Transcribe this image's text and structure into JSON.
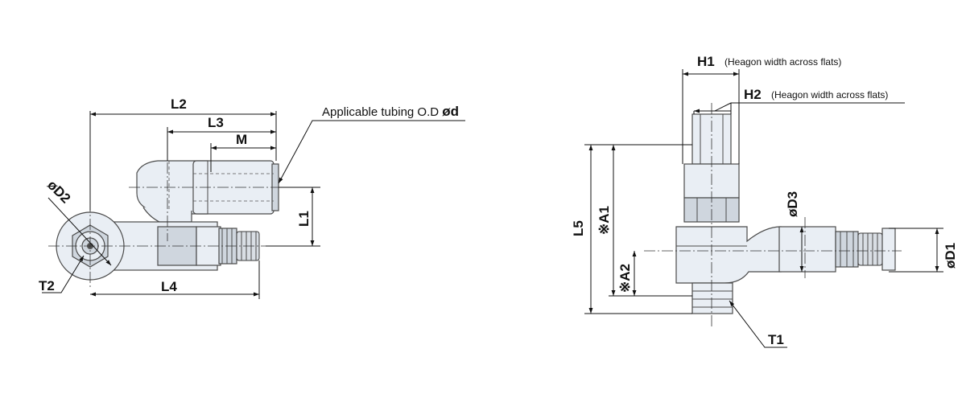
{
  "labels": {
    "l2": "L2",
    "l3": "L3",
    "m": "M",
    "l1": "L1",
    "l4": "L4",
    "d2": "øD2",
    "t2": "T2",
    "tubing_text": "Applicable tubing O.D ",
    "tubing_symbol": "ød",
    "h1": "H1",
    "h1_note": "(Heagon width across flats)",
    "h2": "H2",
    "h2_note": "(Heagon width across flats)",
    "l5": "L5",
    "a1": "※A1",
    "a2": "※A2",
    "d3": "øD3",
    "d1": "øD1",
    "t1": "T1"
  },
  "colors": {
    "body_fill": "#e9eef4",
    "outline": "#4a4a4a",
    "dimension_line": "#111111"
  }
}
